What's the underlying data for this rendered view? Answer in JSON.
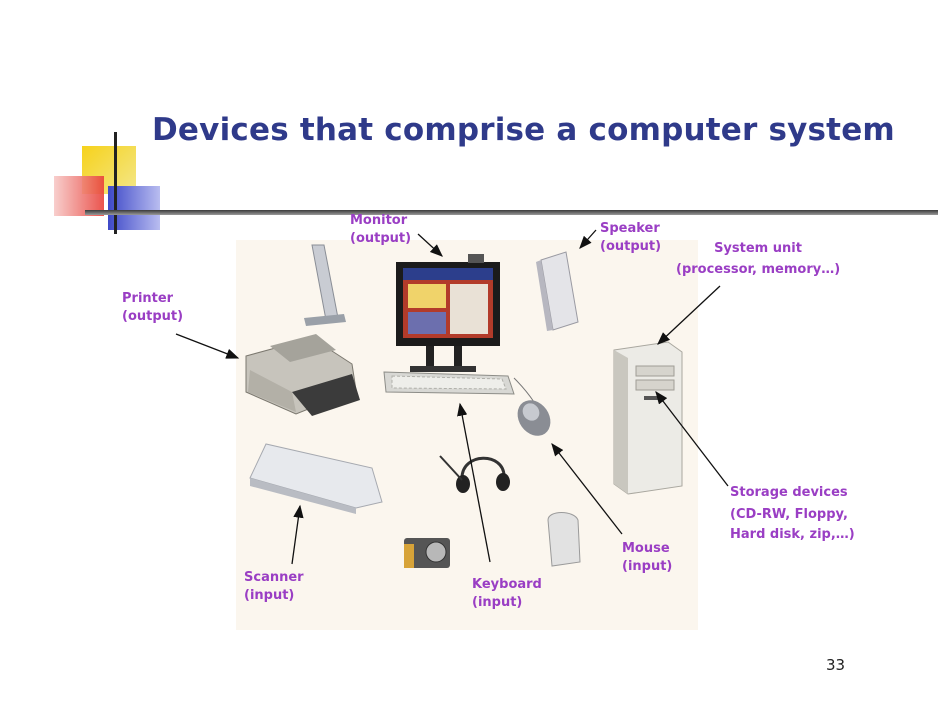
{
  "slide": {
    "title": "Devices that comprise a computer system",
    "page_number": "33"
  },
  "labels": {
    "monitor": [
      "Monitor",
      "(output)"
    ],
    "speaker": [
      "Speaker",
      "(output)"
    ],
    "system_unit": [
      "System unit",
      "(processor, memory…)"
    ],
    "printer": [
      "Printer",
      "(output)"
    ],
    "storage": [
      "Storage devices",
      "(CD-RW, Floppy,",
      "Hard disk, zip,…)"
    ],
    "mouse": [
      "Mouse",
      "(input)"
    ],
    "scanner": [
      "Scanner",
      "(input)"
    ],
    "keyboard": [
      "Keyboard",
      "(input)"
    ]
  },
  "colors": {
    "title": "#2f3a8a",
    "label": "#9a3ec4",
    "deco_yellow": "#f6d21b",
    "deco_red": "#e8413a",
    "deco_blue": "#3e49c8"
  }
}
